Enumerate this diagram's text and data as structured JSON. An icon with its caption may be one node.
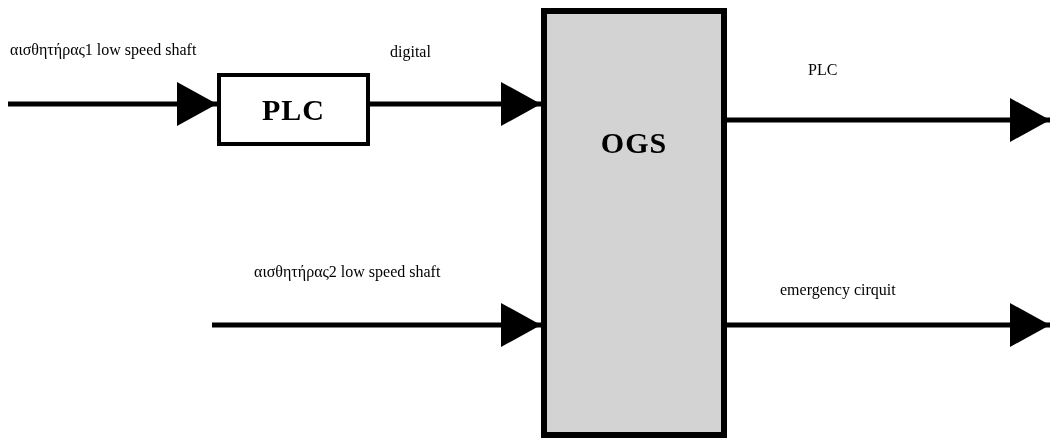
{
  "diagram": {
    "nodes": [
      {
        "text": [
          "PLC"
        ]
      },
      {
        "text": [
          "OGS"
        ]
      }
    ],
    "edges": [
      {
        "from": null,
        "to": 0,
        "arrow": "to",
        "label": "αισθητήρας1 low speed shaft"
      },
      {
        "from": 0,
        "to": 1,
        "arrow": "to",
        "label": "digital"
      },
      {
        "from": null,
        "to": 1,
        "arrow": "to",
        "label": "αισθητήρας2 low speed shaft"
      },
      {
        "from": 1,
        "to": null,
        "arrow": "to",
        "label": "PLC"
      },
      {
        "from": 1,
        "to": null,
        "arrow": "to",
        "label": "emergency cirquit"
      }
    ]
  }
}
